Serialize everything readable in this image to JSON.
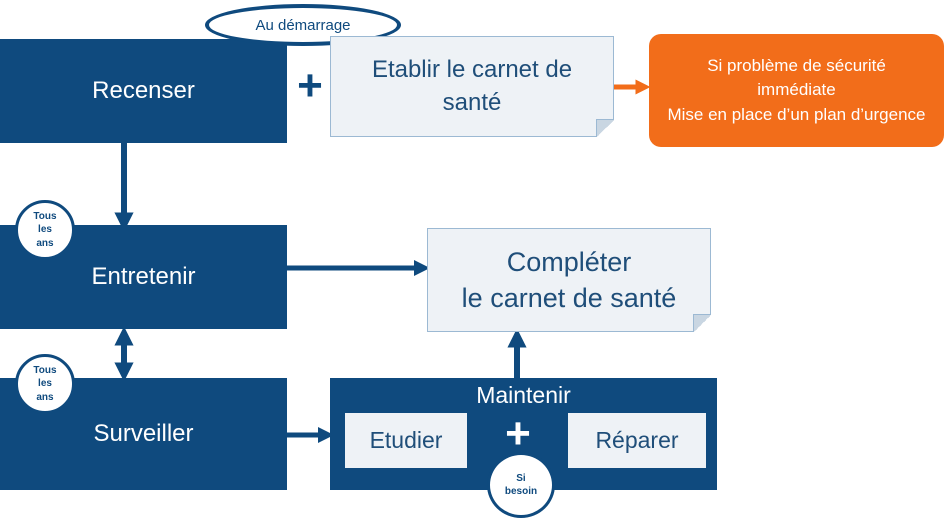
{
  "start_label": "Au démarrage",
  "stages": {
    "recenser": "Recenser",
    "entretenir": "Entretenir",
    "surveiller": "Surveiller",
    "maintenir": "Maintenir"
  },
  "notes": {
    "etablir": "Etablir le carnet de\nsanté",
    "completer": "Compléter\nle carnet de santé"
  },
  "urgence": "Si problème de sécurité\nimmédiate\nMise en place d’un plan d’urgence",
  "badges": {
    "entretenir": "Tous\nles\nans",
    "surveiller": "Tous\nles\nans",
    "maintenir": "Si\nbesoin"
  },
  "maintenir_actions": {
    "etudier": "Etudier",
    "reparer": "Réparer"
  },
  "plus_symbol": "+",
  "colors": {
    "navy": "#0f4a7e",
    "note_fill": "#eef2f6",
    "orange": "#f26d1a"
  }
}
